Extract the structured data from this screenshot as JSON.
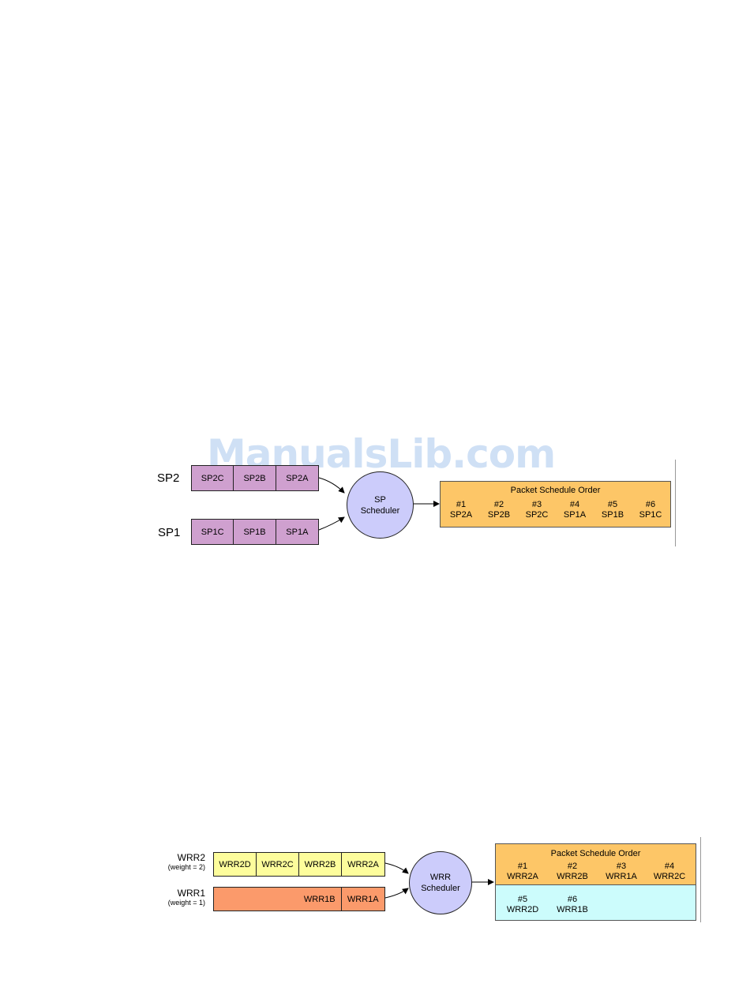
{
  "watermark": "ManualsLib.com",
  "sp_diagram": {
    "queues": [
      {
        "label": "SP2",
        "packets": [
          "SP2C",
          "SP2B",
          "SP2A"
        ]
      },
      {
        "label": "SP1",
        "packets": [
          "SP1C",
          "SP1B",
          "SP1A"
        ]
      }
    ],
    "scheduler": {
      "line1": "SP",
      "line2": "Scheduler"
    },
    "order": {
      "title": "Packet Schedule Order",
      "slots": [
        {
          "num": "#1",
          "pkt": "SP2A"
        },
        {
          "num": "#2",
          "pkt": "SP2B"
        },
        {
          "num": "#3",
          "pkt": "SP2C"
        },
        {
          "num": "#4",
          "pkt": "SP1A"
        },
        {
          "num": "#5",
          "pkt": "SP1B"
        },
        {
          "num": "#6",
          "pkt": "SP1C"
        }
      ]
    },
    "colors": {
      "queue": "#cfa0cf",
      "scheduler": "#ccccfb",
      "order": "#fdc667"
    }
  },
  "wrr_diagram": {
    "queues": [
      {
        "label": "WRR2",
        "weight": "(weight = 2)",
        "packets": [
          "WRR2D",
          "WRR2C",
          "WRR2B",
          "WRR2A"
        ]
      },
      {
        "label": "WRR1",
        "weight": "(weight = 1)",
        "packets": [
          "WRR1B",
          "WRR1A"
        ]
      }
    ],
    "scheduler": {
      "line1": "WRR",
      "line2": "Scheduler"
    },
    "order": {
      "title": "Packet Schedule Order",
      "round1": [
        {
          "num": "#1",
          "pkt": "WRR2A"
        },
        {
          "num": "#2",
          "pkt": "WRR2B"
        },
        {
          "num": "#3",
          "pkt": "WRR1A"
        },
        {
          "num": "#4",
          "pkt": "WRR2C"
        }
      ],
      "round2": [
        {
          "num": "#5",
          "pkt": "WRR2D"
        },
        {
          "num": "#6",
          "pkt": "WRR1B"
        }
      ]
    },
    "colors": {
      "wrr2_queue": "#fdfd9c",
      "wrr1_queue": "#fb9a6b",
      "scheduler": "#ccccfb",
      "order_round1": "#fdc667",
      "order_round2": "#ccfcfc"
    }
  }
}
